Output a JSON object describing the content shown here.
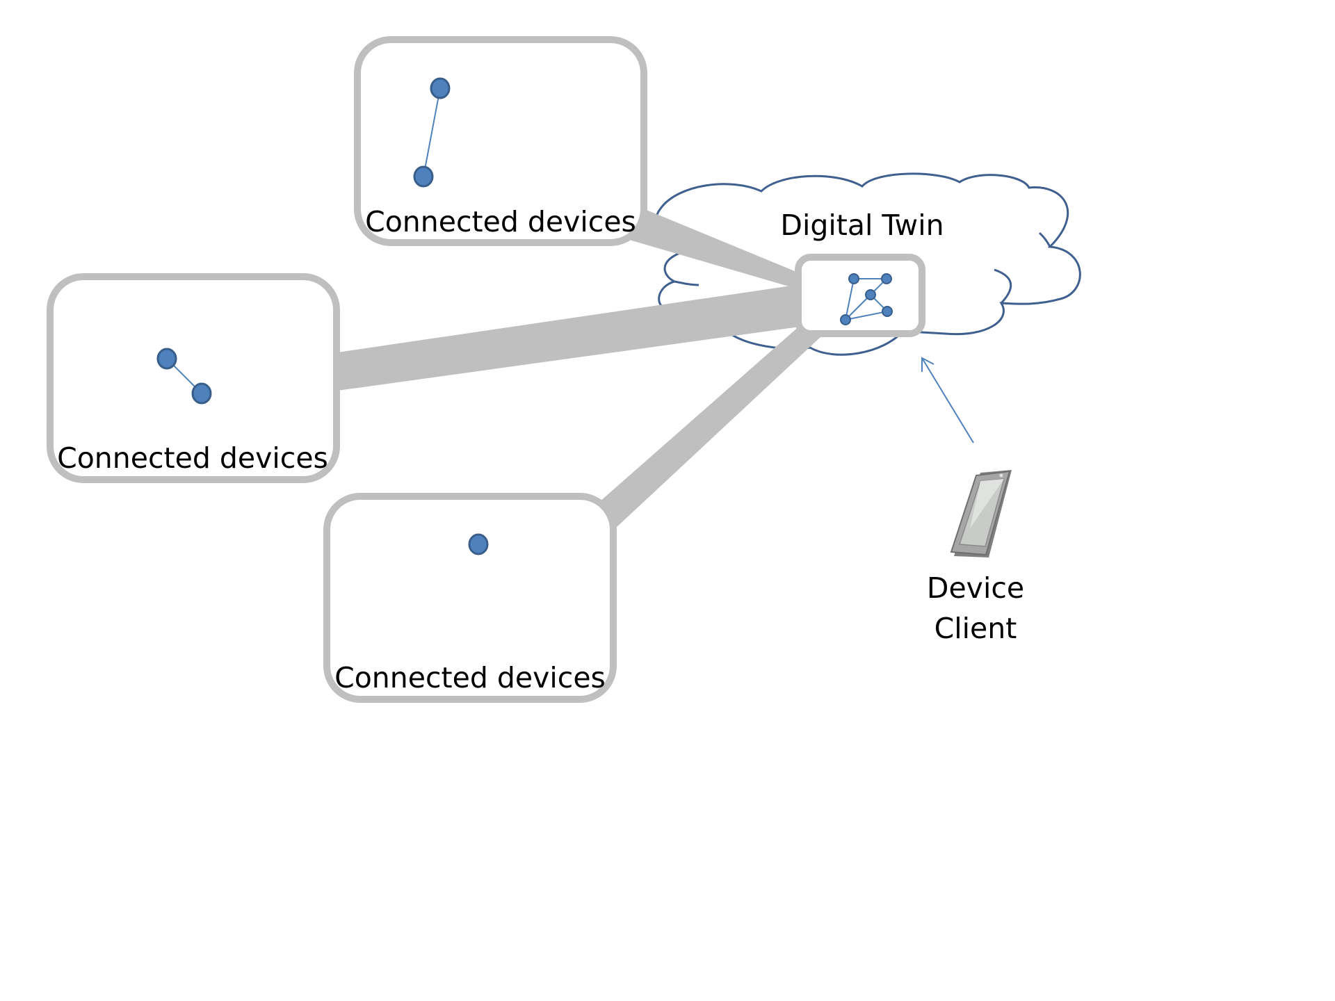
{
  "colors": {
    "background": "#ffffff",
    "panel_border": "#bfbfbf",
    "link_band": "#bfbfbf",
    "node_fill": "#4f81bd",
    "node_stroke": "#385d8a",
    "cloud_stroke": "#3f5f8f",
    "arrow_stroke": "#4f81bd",
    "text": "#000000"
  },
  "cloud": {
    "label": "Digital Twin"
  },
  "device_groups": [
    {
      "id": "top",
      "label": "Connected devices",
      "node_count": 2
    },
    {
      "id": "left",
      "label": "Connected devices",
      "node_count": 2
    },
    {
      "id": "bottom",
      "label": "Connected devices",
      "node_count": 1
    }
  ],
  "client": {
    "label_line1": "Device",
    "label_line2": "Client",
    "icon": "smartphone-icon"
  },
  "twin_icon": "network-graph-icon"
}
